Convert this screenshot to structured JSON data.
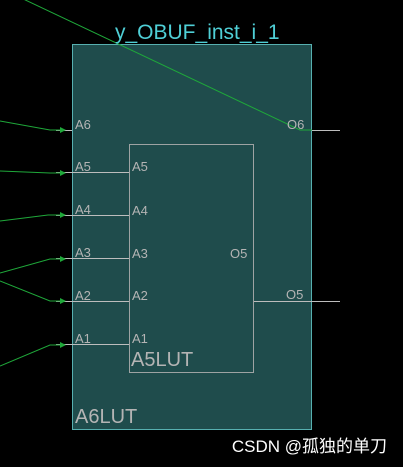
{
  "cell": {
    "instance_name": "y_OBUF_inst_i_1",
    "outer_lut_label": "A6LUT",
    "inner_lut_label": "A5LUT"
  },
  "outer_pins": {
    "inputs": [
      "A6",
      "A5",
      "A4",
      "A3",
      "A2",
      "A1"
    ],
    "outputs": [
      "O6",
      "O5"
    ]
  },
  "inner_pins": {
    "inputs": [
      "A5",
      "A4",
      "A3",
      "A2",
      "A1"
    ],
    "output": "O5"
  },
  "watermark": "CSDN @孤独的单刀",
  "colors": {
    "background": "#000000",
    "cell_fill": "#1f4c4c",
    "cell_border": "#57b0b0",
    "title_text": "#4fcfd6",
    "pin_text": "#b4b4b4",
    "pin_line": "#bdbdbd",
    "net_wire": "#1fa83a",
    "watermark_text": "#ffffff"
  }
}
